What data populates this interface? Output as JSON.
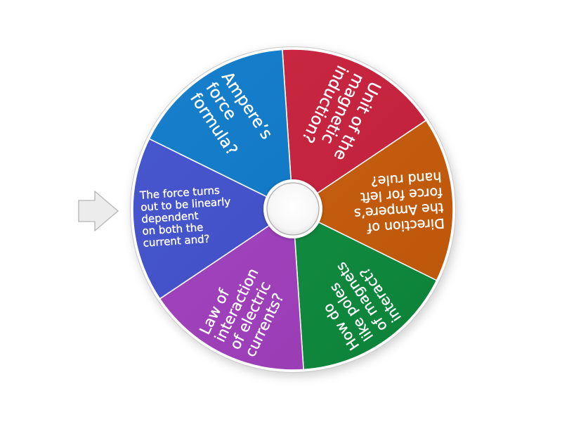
{
  "pointer": {
    "icon": "arrow-right-icon",
    "fill": "#ececec",
    "stroke": "#b5b5b5"
  },
  "wheel": {
    "rim_color": "#ffffff",
    "rim_outline": "#c9c9c9",
    "hub_color": "#ffffff",
    "hub_outline": "#a9a9a9",
    "segments": [
      {
        "label": "Unit of the\nmagnetic\ninduction?",
        "color": "#c81e3a"
      },
      {
        "label": "Direction of\nthe Ampere’s\nforce for left\nhand rule?",
        "color": "#c75a08"
      },
      {
        "label": "How do\nlike poles\nof magnets\ninteract?",
        "color": "#0b8a3b"
      },
      {
        "label": "Law of\ninteraction\nof electric\ncurrents?",
        "color": "#a03dbd"
      },
      {
        "label": "The force turns\nout to be linearly\ndependent\non both the\ncurrent and?",
        "color": "#3f4fcc"
      },
      {
        "label": "Ampere’s\nforce\nformula?",
        "color": "#0b79c9"
      }
    ]
  }
}
